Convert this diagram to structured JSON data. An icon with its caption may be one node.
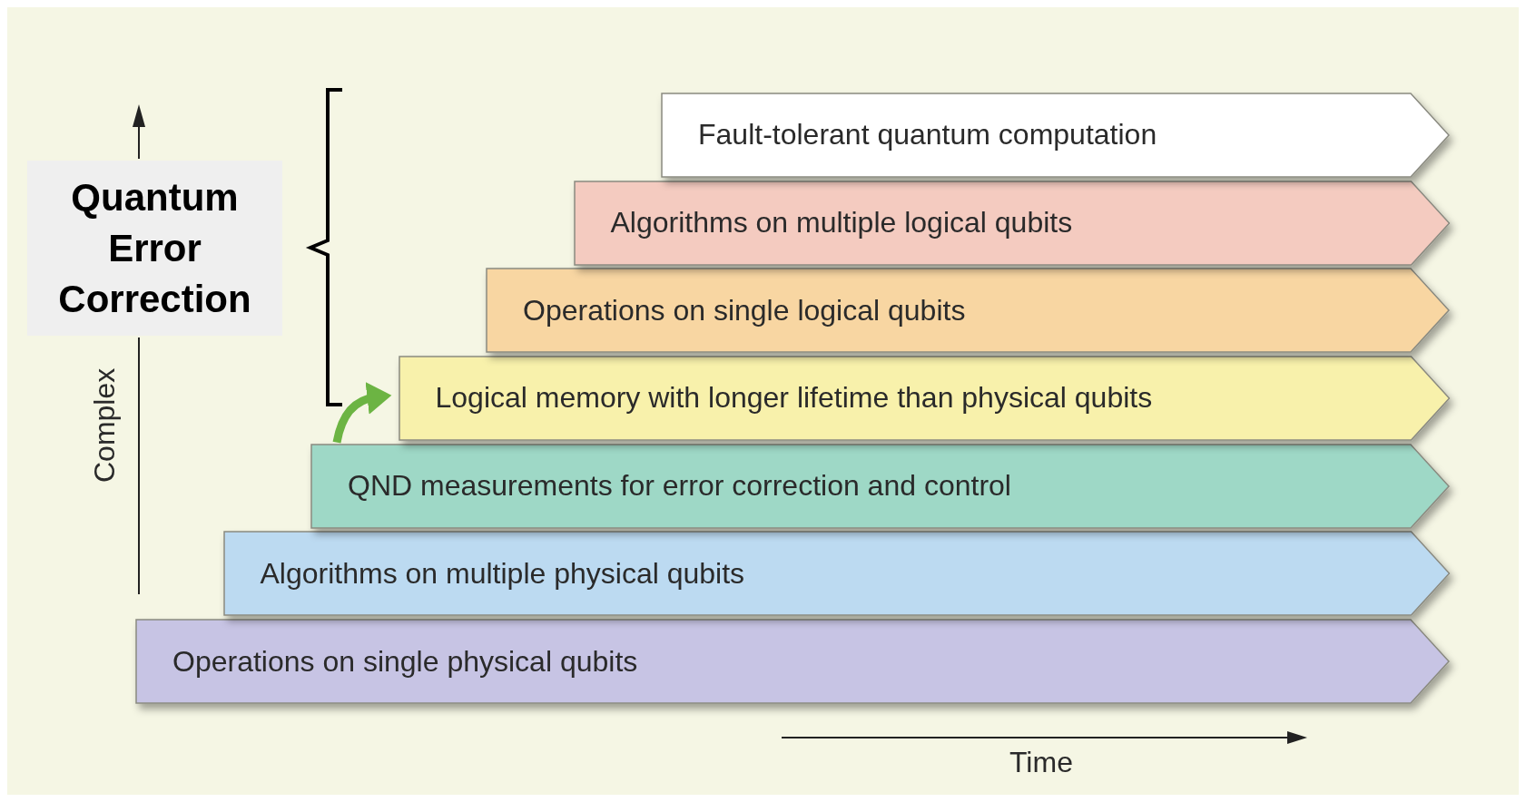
{
  "diagram": {
    "nodes": [
      {
        "text": [
          "Fault-tolerant quantum computation"
        ]
      },
      {
        "text": [
          "Algorithms on multiple logical qubits"
        ]
      },
      {
        "text": [
          "Operations on single logical qubits"
        ]
      },
      {
        "text": [
          "Logical memory with longer lifetime than physical qubits"
        ]
      },
      {
        "text": [
          "QND measurements for error correction and control"
        ]
      },
      {
        "text": [
          "Algorithms on multiple physical qubits"
        ]
      },
      {
        "text": [
          "Operations on single physical qubits"
        ]
      },
      {
        "text": [
          "Quantum Error Correction"
        ]
      }
    ],
    "edges": [
      {
        "from": 4,
        "to": 3,
        "arrow": "to",
        "color": "#6cb443"
      }
    ],
    "labels": [
      "Complex",
      "Time"
    ]
  }
}
